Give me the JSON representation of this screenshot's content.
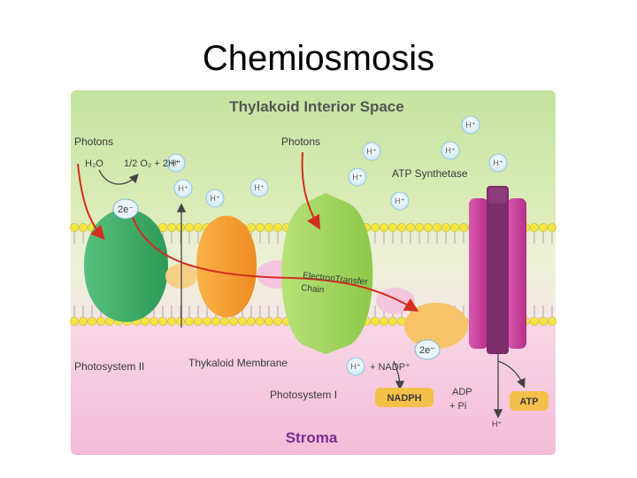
{
  "slide": {
    "title": "Chemiosmosis"
  },
  "diagram": {
    "top_region": "Thylakoid Interior Space",
    "bottom_region": "Stroma",
    "photons_left": "Photons",
    "photons_right": "Photons",
    "water": "H₂O",
    "oxygen": "1/2 O₂ + 2H⁺",
    "electrons_ps2": "2e⁻",
    "electrons_ps1": "2e⁻",
    "electron_chain_line1": "ElectronTransfer",
    "electron_chain_line2": "Chain",
    "atp_synthetase": "ATP Synthetase",
    "photosystem_2": "Photosystem II",
    "membrane": "Thykaloid Membrane",
    "photosystem_1": "Photosystem I",
    "nadp_reaction": "+ NADP⁺",
    "nadph": "NADPH",
    "adp": "ADP",
    "pi": "+ Pi",
    "atp": "ATP",
    "h_ion": "H⁺"
  },
  "colors": {
    "thylakoid_green": "#c8e6a0",
    "stroma_pink": "#f6c5df",
    "photosystem_2": "#3fae6a",
    "cytochrome_orange": "#f39a30",
    "photosystem_1": "#9fd65a",
    "synthase_magenta": "#cc3c9a",
    "synthase_purple": "#7c2d6b",
    "membrane_yellow": "#f4e545",
    "arrow_red": "#d42e20",
    "badge_orange": "#f5c04a",
    "stroma_label": "#7a2e8e",
    "title_gray": "#555555"
  }
}
